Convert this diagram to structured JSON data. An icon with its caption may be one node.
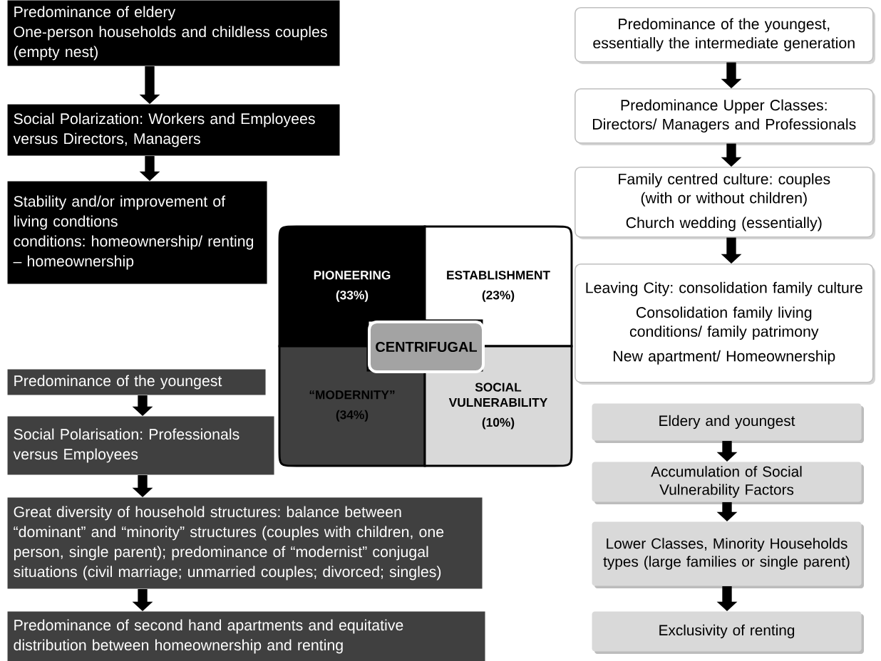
{
  "diagram": {
    "nodes": [
      {
        "text": [
          "Predominance of eldery",
          "One-person households and childless couples (empty nest)"
        ]
      },
      {
        "text": [
          "Social Polarization: Workers and Employees versus Directors, Managers"
        ]
      },
      {
        "text": [
          "Stability and/or improvement of living condtions",
          "conditions: homeownership/ renting – homeownership"
        ]
      },
      {
        "text": [
          "Predominance of the youngest"
        ]
      },
      {
        "text": [
          "Social Polarisation: Professionals versus Employees"
        ]
      },
      {
        "text": [
          "Great diversity of household structures: balance between “dominant” and “minority” structures (couples with children, one person, single parent); predominance of “modernist” conjugal situations (civil marriage; unmarried couples; divorced; singles)"
        ]
      },
      {
        "text": [
          "Predominance of second hand apartments and equitative distribution between homeownership and renting"
        ]
      },
      {
        "text": [
          "PIONEERING",
          "(33%)"
        ]
      },
      {
        "text": [
          "ESTABLISHMENT",
          "(23%)"
        ]
      },
      {
        "text": [
          "CENTRIFUGAL"
        ]
      },
      {
        "text": [
          "“MODERNITY”",
          "(34%)"
        ]
      },
      {
        "text": [
          "SOCIAL VULNERABILITY",
          "(10%)"
        ]
      },
      {
        "text": [
          "Predominance of the youngest, essentially the intermediate generation"
        ]
      },
      {
        "text": [
          "Predominance Upper Classes: Directors/ Managers and Professionals"
        ]
      },
      {
        "text": [
          "Family centred culture: couples (with or without children)",
          "Church wedding (essentially)"
        ]
      },
      {
        "text": [
          "Leaving City: consolidation family culture",
          "Consolidation family living conditions/ family patrimony",
          "New apartment/ Homeownership"
        ]
      },
      {
        "text": [
          "Eldery and youngest"
        ]
      },
      {
        "text": [
          "Accumulation of Social Vulnerability Factors"
        ]
      },
      {
        "text": [
          "Lower Classes, Minority Households types (large families or single parent)"
        ]
      },
      {
        "text": [
          "Exclusivity of renting"
        ]
      }
    ],
    "edges": [
      {
        "from": 0,
        "to": 1,
        "arrow": "to"
      },
      {
        "from": 1,
        "to": 2,
        "arrow": "to"
      },
      {
        "from": 3,
        "to": 4,
        "arrow": "to"
      },
      {
        "from": 4,
        "to": 5,
        "arrow": "to"
      },
      {
        "from": 5,
        "to": 6,
        "arrow": "to"
      },
      {
        "from": 12,
        "to": 13,
        "arrow": "to"
      },
      {
        "from": 13,
        "to": 14,
        "arrow": "to"
      },
      {
        "from": 14,
        "to": 15,
        "arrow": "to"
      },
      {
        "from": 16,
        "to": 17,
        "arrow": "to"
      },
      {
        "from": 17,
        "to": 18,
        "arrow": "to"
      },
      {
        "from": 18,
        "to": 19,
        "arrow": "to"
      }
    ]
  }
}
